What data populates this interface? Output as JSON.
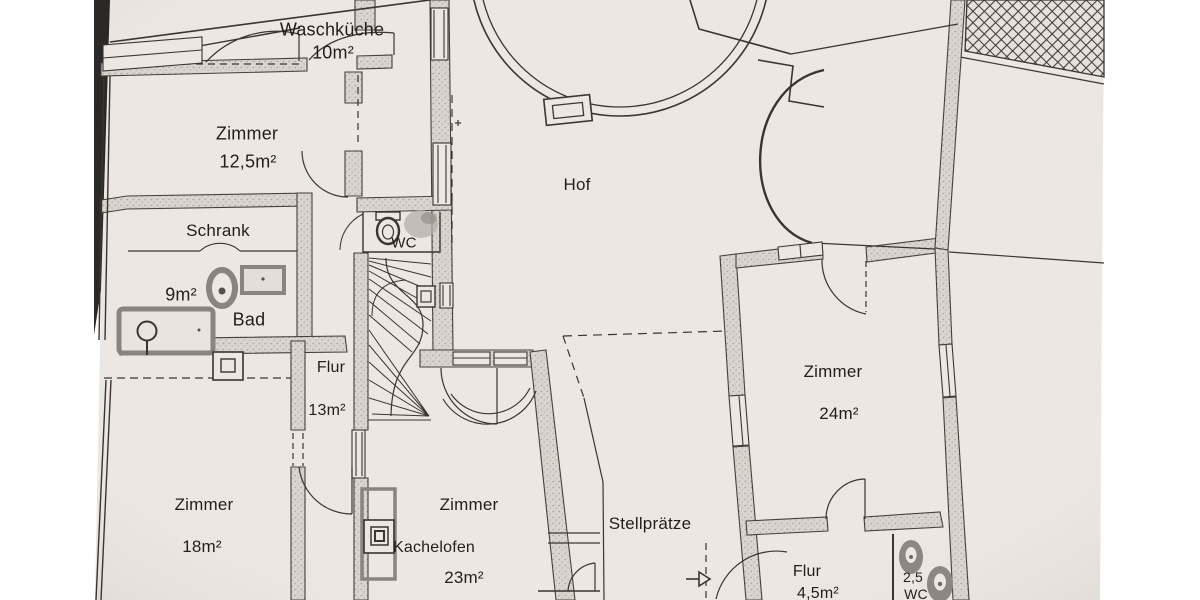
{
  "rooms": {
    "waschkueche": {
      "name": "Waschküche",
      "area": "10m²"
    },
    "zimmer_12_5": {
      "name": "Zimmer",
      "area": "12,5m²"
    },
    "schrank": {
      "name": "Schrank"
    },
    "bad": {
      "name": "Bad",
      "area": "9m²"
    },
    "wc_mitte": {
      "name": "WC"
    },
    "flur_13": {
      "name": "Flur",
      "area": "13m²"
    },
    "hof": {
      "name": "Hof"
    },
    "zimmer_24": {
      "name": "Zimmer",
      "area": "24m²"
    },
    "zimmer_18": {
      "name": "Zimmer",
      "area": "18m²"
    },
    "zimmer_23": {
      "name": "Zimmer",
      "area": "23m²",
      "feature": "Kachelofen"
    },
    "stellpraetze": {
      "name": "Stellprätze"
    },
    "flur_4_5": {
      "name": "Flur",
      "area": "4,5m²"
    },
    "wc_2_5": {
      "area": "2,5",
      "name": "WC"
    }
  },
  "colors": {
    "paper": "#ece7e3",
    "line": "#3a3531",
    "wall_fill": "#dbd5cf",
    "fixture": "#8d8781",
    "photo_edge": "#2b2927",
    "background": "#ffffff"
  }
}
